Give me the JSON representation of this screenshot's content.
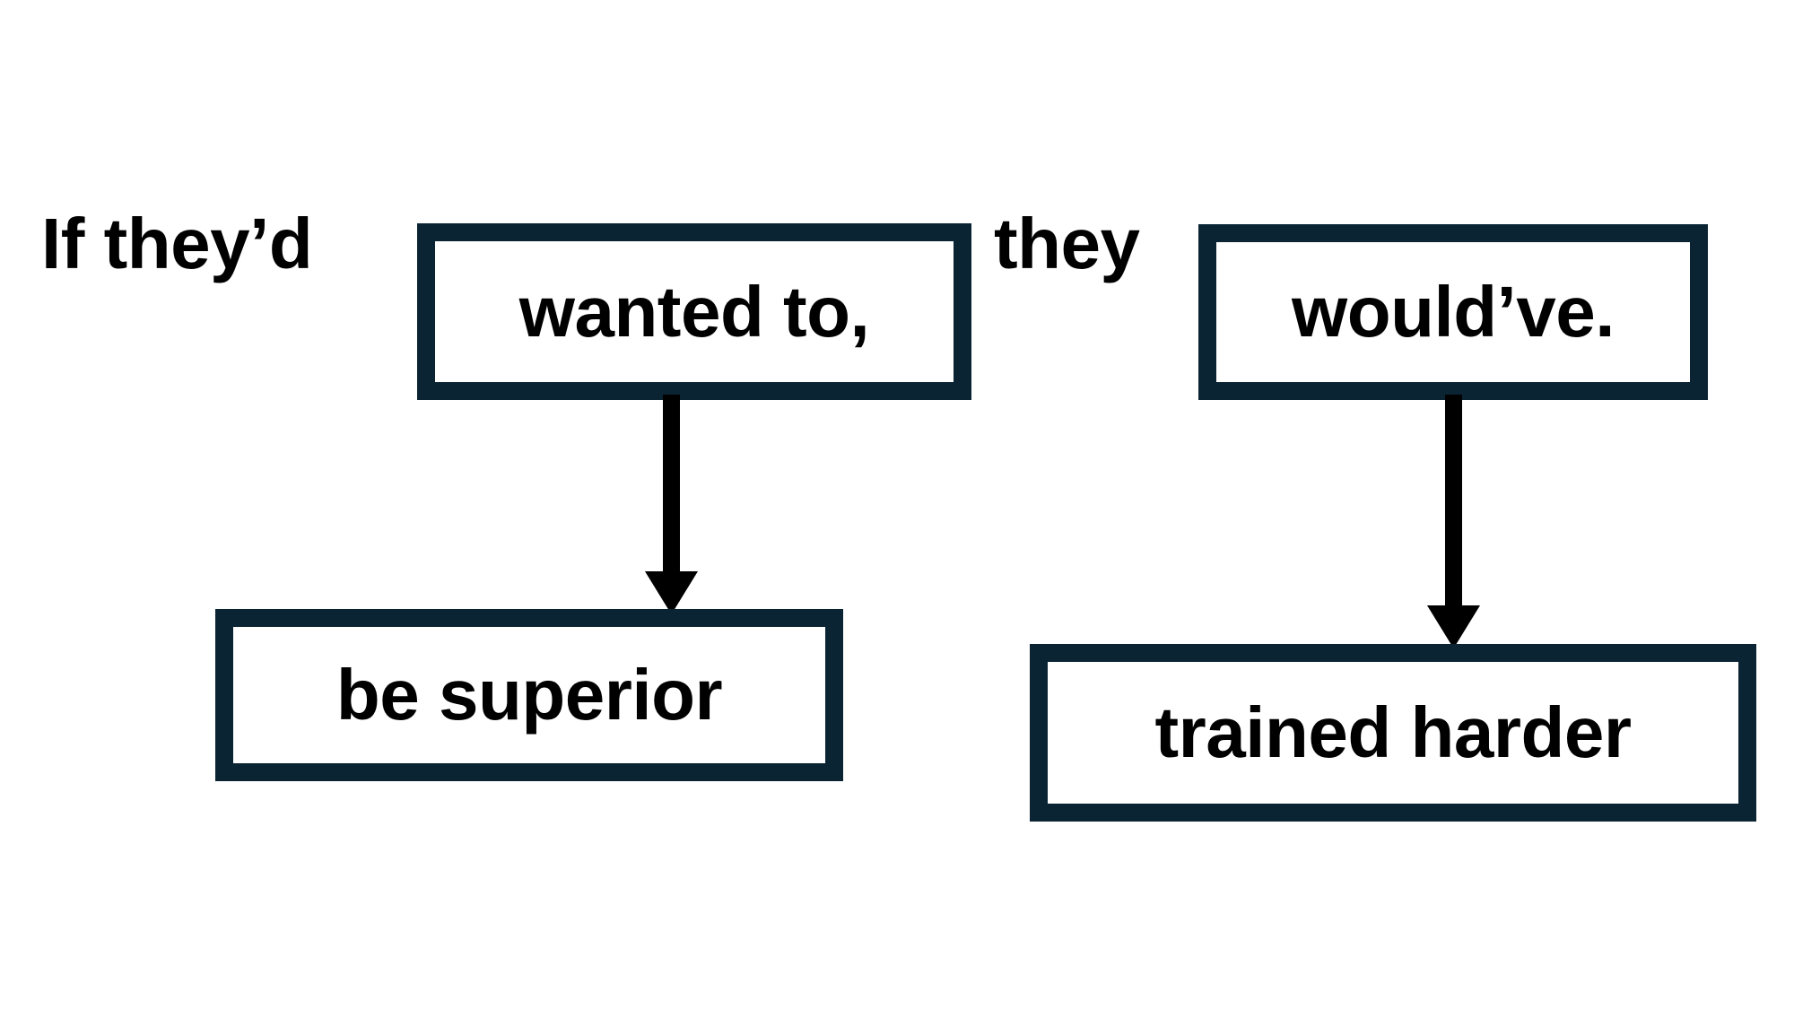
{
  "diagram": {
    "type": "syntactic-movement-tree",
    "sentence": "If they’d wanted to, they would’ve.",
    "colors": {
      "box_border": "#0b2434",
      "text": "#000000",
      "arrow": "#000000",
      "background": "#ffffff"
    },
    "top_row": [
      {
        "kind": "plain",
        "id": "if-theyd",
        "text": "If they’d"
      },
      {
        "kind": "boxed",
        "id": "wanted-to",
        "text": "wanted to,"
      },
      {
        "kind": "plain",
        "id": "they",
        "text": "they"
      },
      {
        "kind": "boxed",
        "id": "wouldve",
        "text": "would’ve."
      }
    ],
    "bottom_row": [
      {
        "kind": "boxed",
        "id": "be-superior",
        "text": "be superior"
      },
      {
        "kind": "boxed",
        "id": "trained-harder",
        "text": "trained harder"
      }
    ],
    "arrows": [
      {
        "id": "arrow-left",
        "from": "wanted-to",
        "to": "be-superior",
        "direction": "down"
      },
      {
        "id": "arrow-right",
        "from": "wouldve",
        "to": "trained-harder",
        "direction": "down"
      }
    ]
  }
}
